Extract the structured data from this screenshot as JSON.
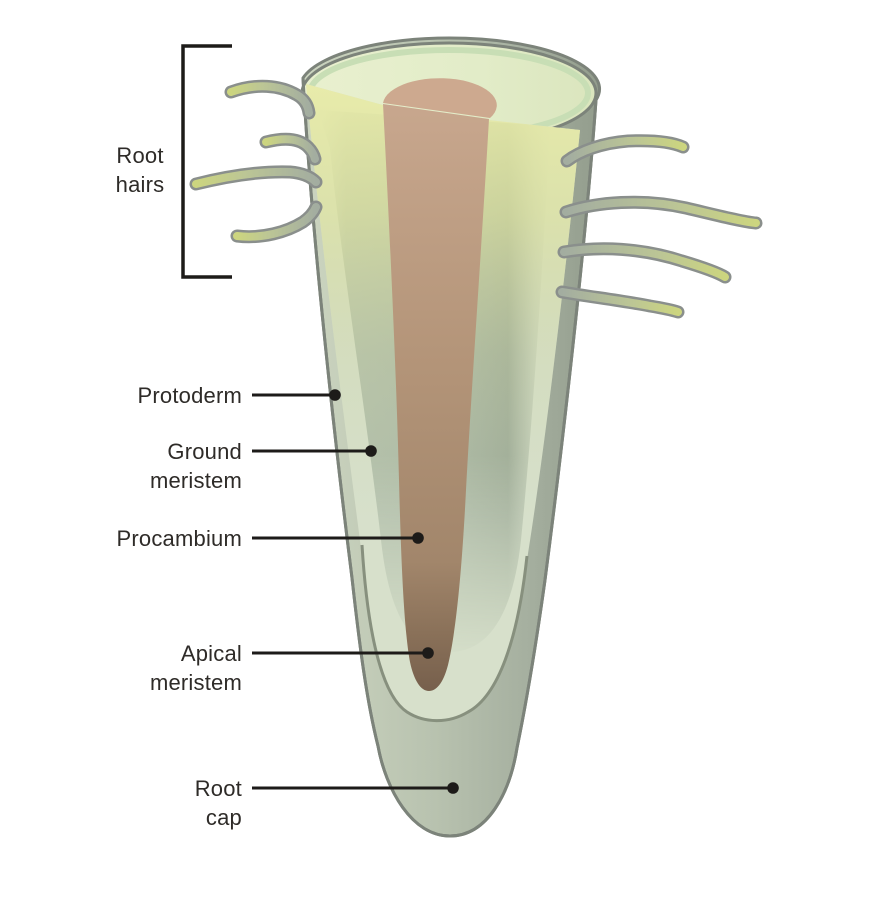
{
  "figure_labels": {
    "root_hairs": {
      "line1": "Root",
      "line2": "hairs"
    },
    "protoderm": {
      "line1": "Protoderm"
    },
    "ground_meristem": {
      "line1": "Ground",
      "line2": "meristem"
    },
    "procambium": {
      "line1": "Procambium"
    },
    "apical_meristem": {
      "line1": "Apical",
      "line2": "meristem"
    },
    "root_cap": {
      "line1": "Root",
      "line2": "cap"
    }
  },
  "diagram_colors": {
    "label_text": "#2e2b28",
    "leader_line": "#1d1b19",
    "leader_dot": "#1d1b19",
    "bracket": "#1d1b19",
    "outline": "#7c837a",
    "top_surface_light": "#e4eecb",
    "top_rim_highlight": "#c8deb5",
    "cut_face_yellow": "#e8ecaa",
    "procambium_top_disc": "#cda98f",
    "procambium_column": "#b29478",
    "apical_tip_dark": "#77614e",
    "ground_meristem_fill": "#aebba6",
    "inner_layer_pale": "#d7e0cb",
    "root_cap_fill": "#aab4a2",
    "root_hair_base": "#a7b1a3",
    "root_hair_tip": "#ccd57f",
    "root_hair_outline": "#8a8f8c"
  }
}
